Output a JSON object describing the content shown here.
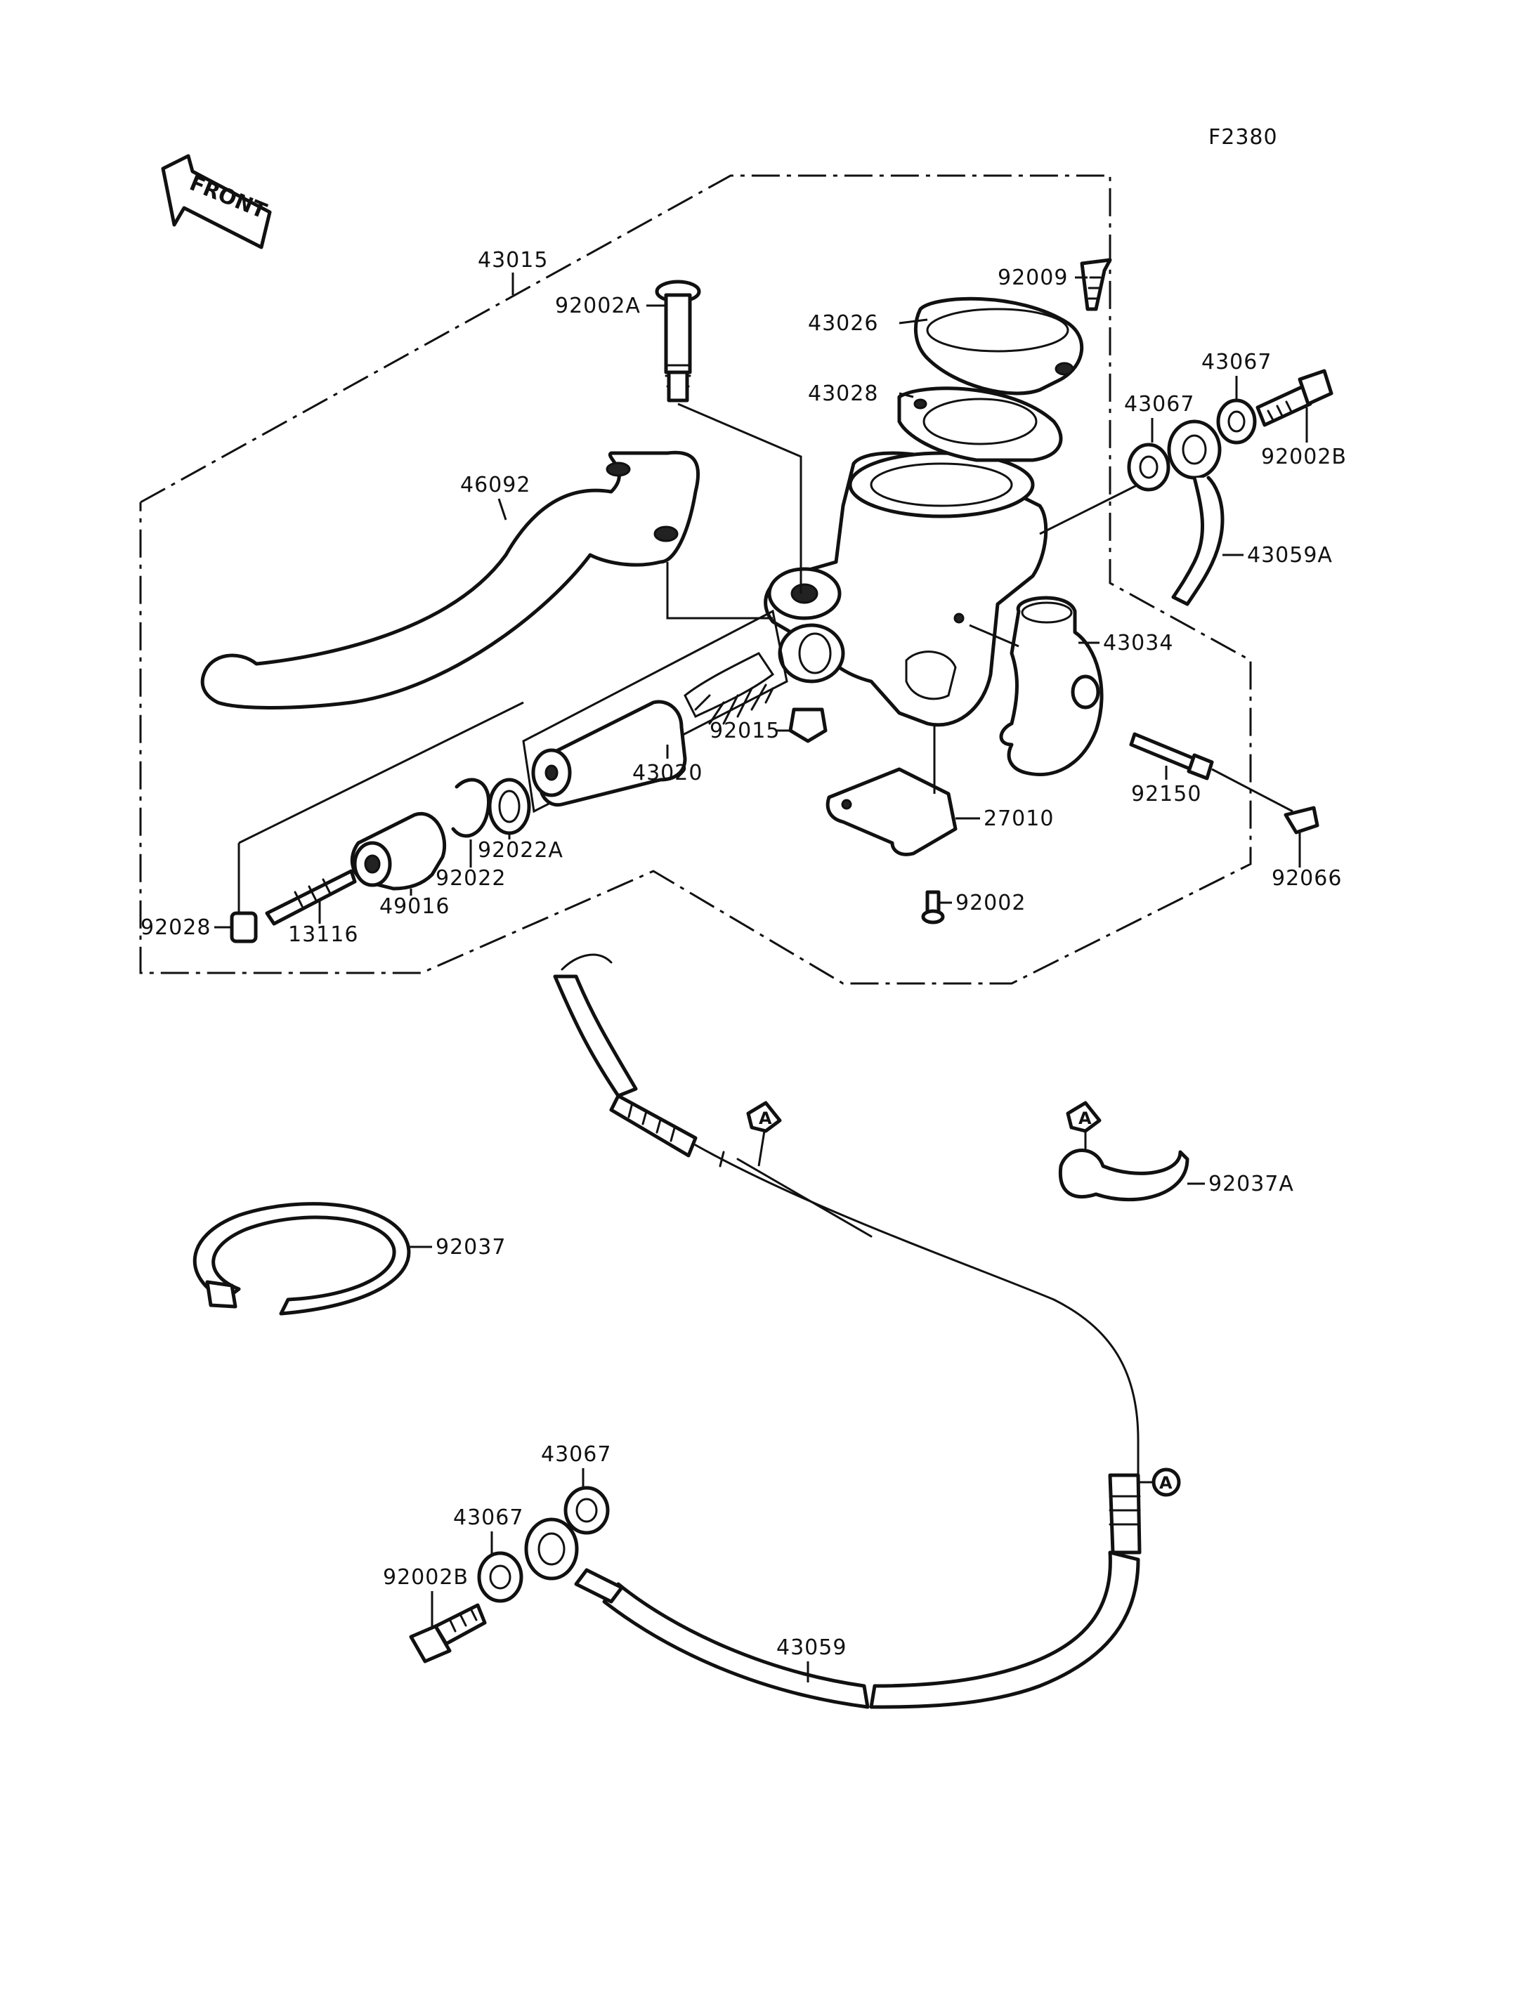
{
  "figure_code": "F2380",
  "front_label": "FRONT",
  "marker_letter": "A",
  "parts": {
    "p43015": "43015",
    "p92009": "92009",
    "p43026": "43026",
    "p92002A": "92002A",
    "p43028": "43028",
    "p43067_a": "43067",
    "p43067_b": "43067",
    "p92002B_a": "92002B",
    "p46092": "46092",
    "p43059A": "43059A",
    "p43034": "43034",
    "p92015": "92015",
    "p43020": "43020",
    "p92150": "92150",
    "p27010": "27010",
    "p92022A": "92022A",
    "p92022": "92022",
    "p92066": "92066",
    "p92028": "92028",
    "p49016": "49016",
    "p13116": "13116",
    "p92002": "92002",
    "p92037A": "92037A",
    "p92037": "92037",
    "p43067_c": "43067",
    "p43067_d": "43067",
    "p92002B_b": "92002B",
    "p43059": "43059"
  }
}
